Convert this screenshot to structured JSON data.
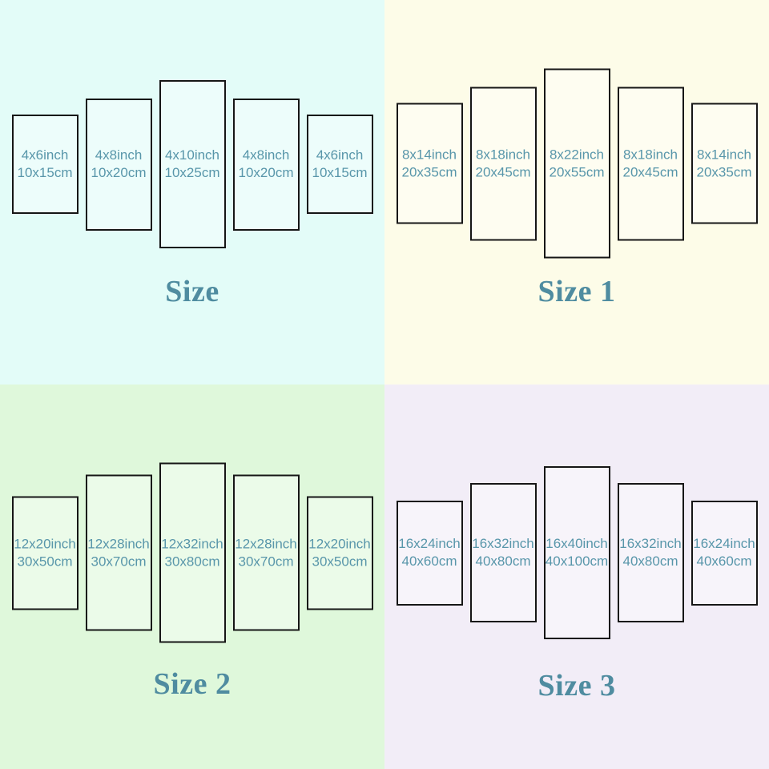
{
  "colors": {
    "panel_border": "#161616",
    "panel_text": "#5896aa",
    "title_text": "#4f8ca0"
  },
  "quadrants": [
    {
      "title": "Size",
      "bg_color": "#e3fcf8",
      "panels": [
        {
          "inch": "4x6inch",
          "cm": "10x15cm"
        },
        {
          "inch": "4x8inch",
          "cm": "10x20cm"
        },
        {
          "inch": "4x10inch",
          "cm": "10x25cm"
        },
        {
          "inch": "4x8inch",
          "cm": "10x20cm"
        },
        {
          "inch": "4x6inch",
          "cm": "10x15cm"
        }
      ]
    },
    {
      "title": "Size 1",
      "bg_color": "#fdfce8",
      "panels": [
        {
          "inch": "8x14inch",
          "cm": "20x35cm"
        },
        {
          "inch": "8x18inch",
          "cm": "20x45cm"
        },
        {
          "inch": "8x22inch",
          "cm": "20x55cm"
        },
        {
          "inch": "8x18inch",
          "cm": "20x45cm"
        },
        {
          "inch": "8x14inch",
          "cm": "20x35cm"
        }
      ]
    },
    {
      "title": "Size 2",
      "bg_color": "#dff8db",
      "panels": [
        {
          "inch": "12x20inch",
          "cm": "30x50cm"
        },
        {
          "inch": "12x28inch",
          "cm": "30x70cm"
        },
        {
          "inch": "12x32inch",
          "cm": "30x80cm"
        },
        {
          "inch": "12x28inch",
          "cm": "30x70cm"
        },
        {
          "inch": "12x20inch",
          "cm": "30x50cm"
        }
      ]
    },
    {
      "title": "Size 3",
      "bg_color": "#f2edf7",
      "panels": [
        {
          "inch": "16x24inch",
          "cm": "40x60cm"
        },
        {
          "inch": "16x32inch",
          "cm": "40x80cm"
        },
        {
          "inch": "16x40inch",
          "cm": "40x100cm"
        },
        {
          "inch": "16x32inch",
          "cm": "40x80cm"
        },
        {
          "inch": "16x24inch",
          "cm": "40x60cm"
        }
      ]
    }
  ]
}
